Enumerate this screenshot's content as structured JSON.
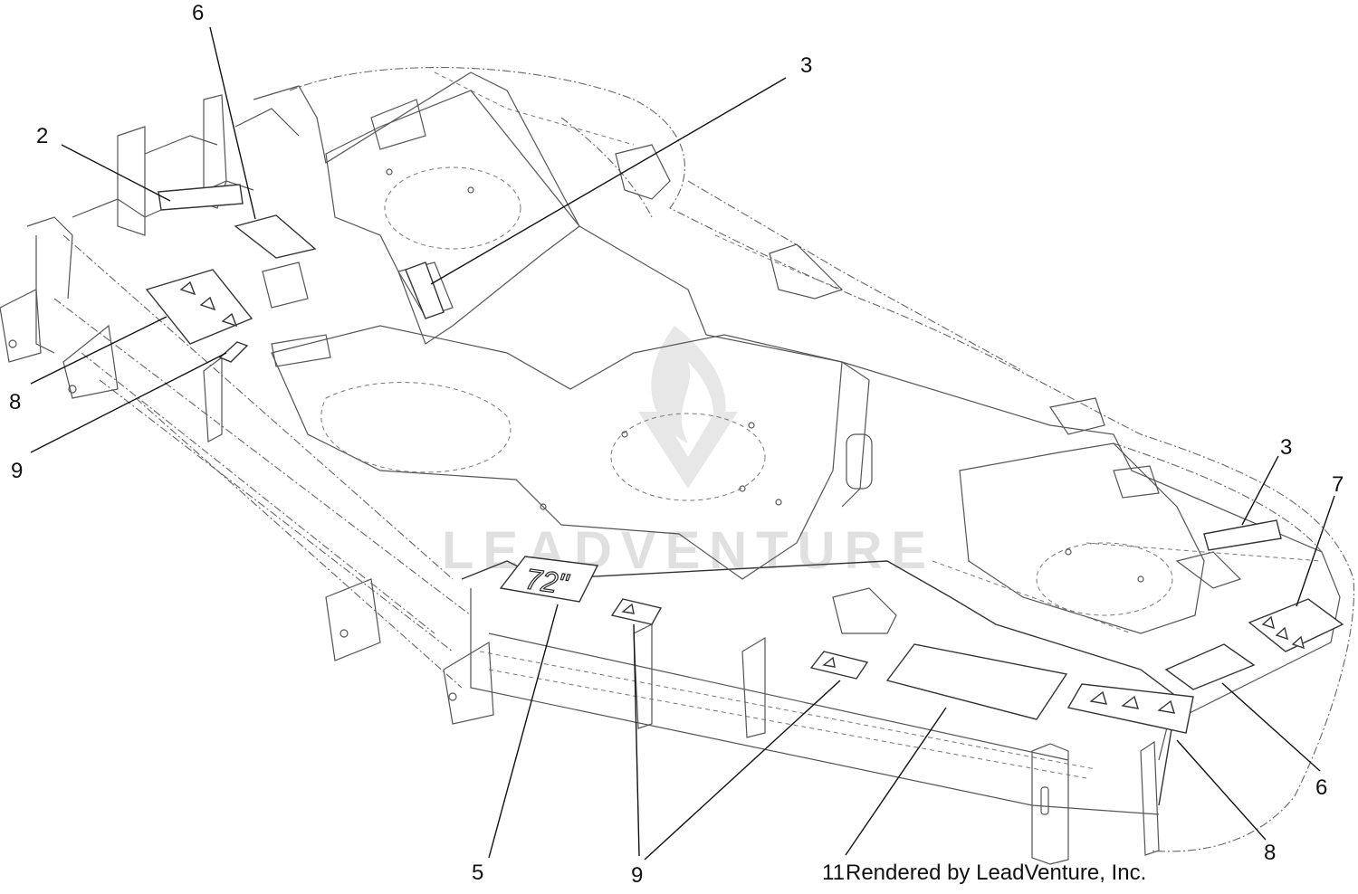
{
  "decal_text": "72\"",
  "watermark": "LEADVENTURE",
  "credit": "Rendered by LeadVenture, Inc.",
  "callouts": [
    {
      "id": "c6a",
      "label": "6"
    },
    {
      "id": "c2",
      "label": "2"
    },
    {
      "id": "c3a",
      "label": "3"
    },
    {
      "id": "c8a",
      "label": "8"
    },
    {
      "id": "c9a",
      "label": "9"
    },
    {
      "id": "c3b",
      "label": "3"
    },
    {
      "id": "c7",
      "label": "7"
    },
    {
      "id": "c6b",
      "label": "6"
    },
    {
      "id": "c8b",
      "label": "8"
    },
    {
      "id": "c5",
      "label": "5"
    },
    {
      "id": "c9b",
      "label": "9"
    },
    {
      "id": "c11",
      "label": "11"
    }
  ]
}
